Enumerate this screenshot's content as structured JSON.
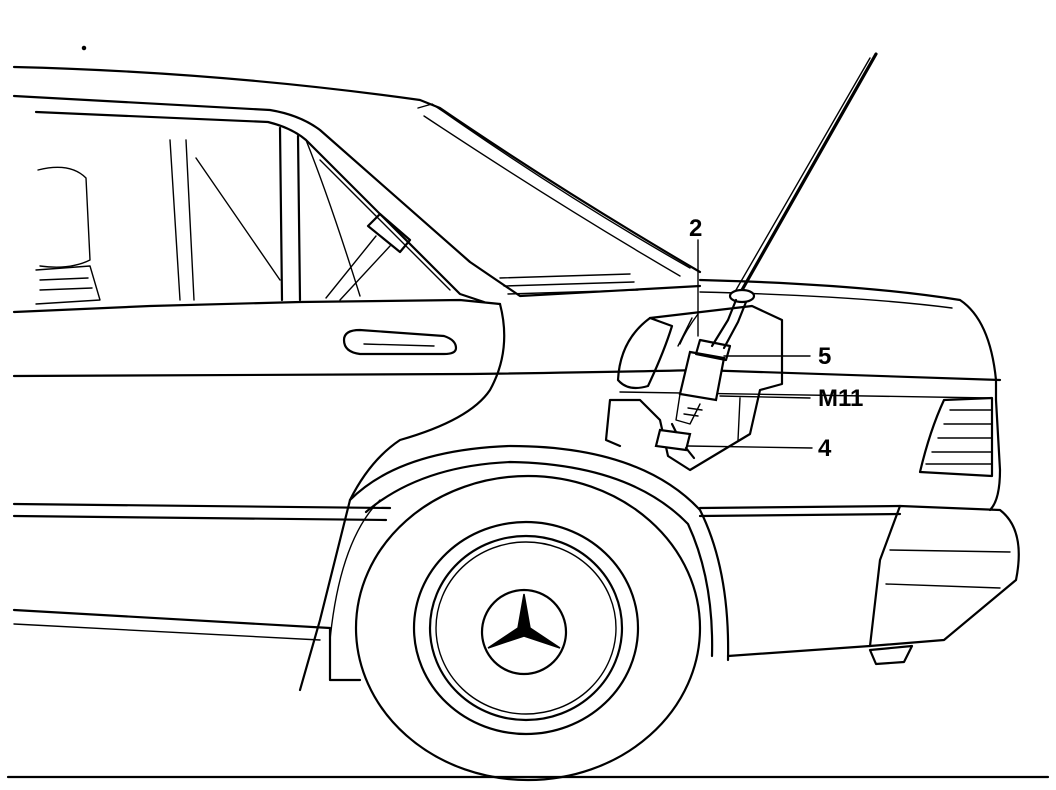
{
  "callouts": {
    "c2": "2",
    "c5": "5",
    "m11": "M11",
    "c4": "4"
  },
  "icons": {
    "emblem": "mercedes-star-icon"
  },
  "colors": {
    "ink": "#000000",
    "paper": "#ffffff"
  }
}
